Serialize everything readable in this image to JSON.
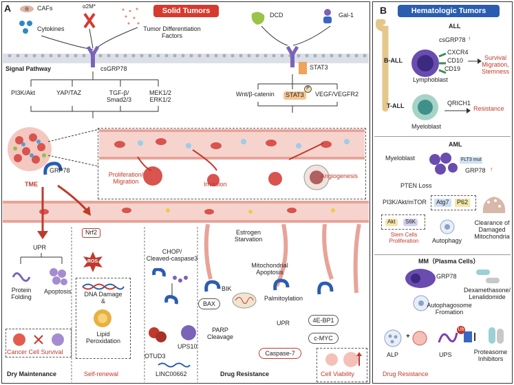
{
  "panel_a": {
    "letter": "A",
    "title": "Solid Tumors",
    "inputs": [
      "CAFs",
      "Cytokines",
      "α2M*",
      "Tumor Differentiation",
      "Factors",
      "DCD",
      "Gal-1"
    ],
    "signal_pathway": "Signal Pathway",
    "receptor": "csGRP78",
    "pathways": [
      "PI3K/Akt",
      "YAP/TAZ",
      "TGF-β/",
      "Smad2/3",
      "MEK1/2",
      "ERK1/2"
    ],
    "stat3": "STAT3",
    "stat3_p": "STAT3",
    "p_mark": "P",
    "wnt": "Wnt/β-catenin",
    "vegf": "VEGF/VEGFR2",
    "grp78": "GRP78",
    "tme": "TME",
    "process_labels": [
      "Proliferation/",
      "Migration",
      "Invasion",
      "Angiogenesis"
    ],
    "bottom": {
      "upr": "UPR",
      "protein_folding": [
        "Protein",
        "Folding"
      ],
      "apoptosis": "Apoptosis",
      "cancer_cell_survival": "Cancer Cell Survival",
      "dry_maintenance": "Dry Maintenance",
      "nrf2": "Nrf2",
      "ros": "ROS",
      "dna_damage": [
        "DNA Damage",
        "&"
      ],
      "lipid": [
        "Lipid",
        "Peroxidation"
      ],
      "self_renewal": "Self-renewal",
      "chop": [
        "CHOP/",
        "Cleaved-caspase3"
      ],
      "otud3": "OTUD3",
      "ups10": "UPS10",
      "linc": "LINC00662",
      "estrogen": [
        "Estrogen",
        "Starvation"
      ],
      "mito_apoptosis": [
        "Mitochondrial",
        "Apoptosis"
      ],
      "bik": "BIK",
      "bax": "BAX",
      "parp": [
        "PARP",
        "Cleavage"
      ],
      "palmitoylation": "Palmitoylation",
      "upr2": "UPR",
      "caspase7": "Caspase-7",
      "drug_resistance": "Drug Resistance",
      "ebp1": "4E-BP1",
      "cmyc": "c-MYC",
      "cell_viability": "Cell Viability"
    }
  },
  "panel_b": {
    "letter": "B",
    "title": "Hematologic Tumors",
    "all": {
      "heading": "ALL",
      "csgrp78": "csGRP78",
      "ball": "B-ALL",
      "markers": [
        "CXCR4",
        "CD10",
        "CD19"
      ],
      "lymphoblast": "Lymphoblast",
      "outcome": [
        "Survival",
        "Migration,",
        "Stemness"
      ],
      "tall": "T-ALL",
      "qrich1": "QRICH1",
      "resistance": "Resistance",
      "myeloblast": "Myeloblast"
    },
    "aml": {
      "heading": "AML",
      "myeloblast": "Myeloblast",
      "flt3": "FLT3 mut",
      "grp78": "GRP78",
      "pten": "PTEN Loss",
      "pi3k": "PI3K/Akt/mTOR",
      "akt": "Akt",
      "s6k": "S6K",
      "stem": [
        "Stem Cells",
        "Proliferation"
      ],
      "atg7": "Atg7",
      "p62": "P62",
      "autophagy": "Autophagy",
      "clearance": [
        "Clearance of",
        "Damaged",
        "Mitochondria"
      ]
    },
    "mm": {
      "heading": "MM（Plasma Cells）",
      "grp78": "GRP78",
      "drugs": [
        "Dexamethasone/",
        "Lenalidomide"
      ],
      "autophagosome": [
        "Autophagosome",
        "Fromation"
      ],
      "alp": "ALP",
      "ups": "UPS",
      "ub": "Ub",
      "proteasome": [
        "Proteasome",
        "Inhibitors"
      ],
      "drug_resistance": "Drug Resistance"
    }
  },
  "colors": {
    "red_badge": "#d63a2f",
    "blue_badge": "#2a5db0",
    "receptor": "#7a64b8",
    "vessel": "#f2b9b0",
    "orange": "#f0a35a"
  }
}
